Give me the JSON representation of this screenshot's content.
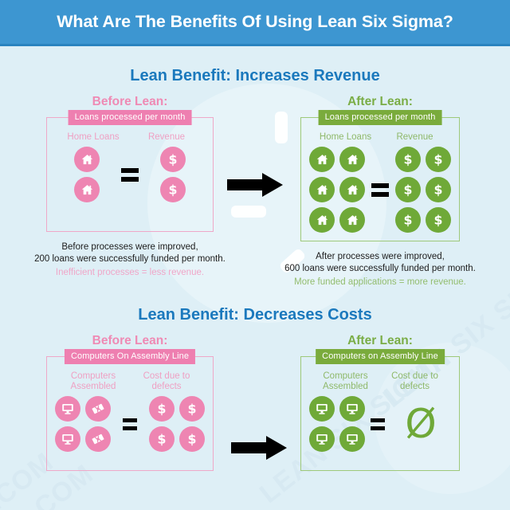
{
  "header": {
    "title": "What Are The Benefits Of Using Lean Six Sigma?"
  },
  "watermark": {
    "text_1": "LEAN SIX SIGMA",
    "text_2": "LEAN SIX SIGMA",
    "text_3": ".COM",
    "text_4": ".COM"
  },
  "sections": [
    {
      "title": "Lean Benefit: Increases Revenue",
      "before": {
        "heading": "Before Lean:",
        "badge": "Loans processed per month",
        "left_label": "Home Loans",
        "right_label": "Revenue",
        "left_icon": "home-icon",
        "right_icon": "dollar-icon",
        "left_count": 2,
        "right_count": 2,
        "equals": "=",
        "caption_line_1": "Before processes were improved,",
        "caption_line_2": "200 loans were successfully funded per month.",
        "caption_hint": "Inefficient processes = less revenue."
      },
      "after": {
        "heading": "After Lean:",
        "badge": "Loans processed per month",
        "left_label": "Home Loans",
        "right_label": "Revenue",
        "left_icon": "home-icon",
        "right_icon": "dollar-icon",
        "left_count": 6,
        "right_count": 6,
        "equals": "=",
        "caption_line_1": "After processes were improved,",
        "caption_line_2": "600 loans were successfully funded per month.",
        "caption_hint": "More funded applications = more revenue."
      }
    },
    {
      "title": "Lean Benefit: Decreases Costs",
      "before": {
        "heading": "Before Lean:",
        "badge": "Computers On Assembly Line",
        "left_label": "Computers Assembled",
        "right_label": "Cost due to defects",
        "left_icon": "computer-icon",
        "left_icon_alt": "defect-icon",
        "right_icon": "dollar-icon",
        "left_count": 4,
        "right_count": 4,
        "equals": "="
      },
      "after": {
        "heading": "After Lean:",
        "badge": "Computers on Assembly Line",
        "left_label": "Computers Assembled",
        "right_label": "Cost due to defects",
        "left_icon": "computer-icon",
        "right_icon": "null-icon",
        "left_count": 4,
        "right_value": "Ø",
        "equals": "="
      }
    }
  ],
  "colors": {
    "header_blue": "#3d96d1",
    "title_blue": "#1b79bd",
    "pink": "#ee85b2",
    "pink_light": "#efa0c3",
    "green": "#6fa938",
    "green_badge": "#7aab3c",
    "background": "#deeff6"
  },
  "arrow_icon": "arrow-right-icon"
}
